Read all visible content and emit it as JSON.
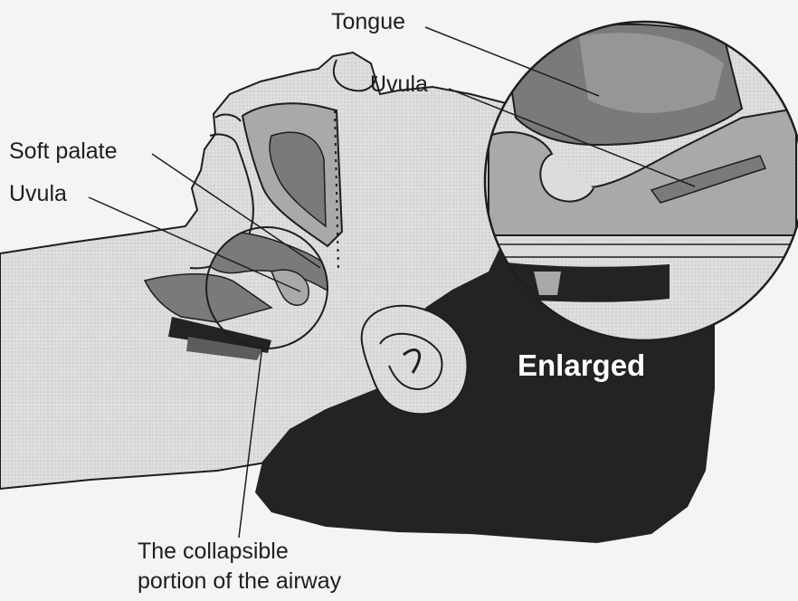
{
  "labels": {
    "tongue": "Tongue",
    "uvula_top": "Uvula",
    "soft_palate": "Soft palate",
    "uvula_left": "Uvula",
    "enlarged": "Enlarged",
    "caption_line1": "The collapsible",
    "caption_line2": "portion of the airway"
  },
  "colors": {
    "background": "#f4f4f2",
    "skin": "#dcdcda",
    "hair": "#232323",
    "tissue_dark": "#7a7a78",
    "tissue_mid": "#a9a9a7",
    "line": "#1e1e1e"
  }
}
